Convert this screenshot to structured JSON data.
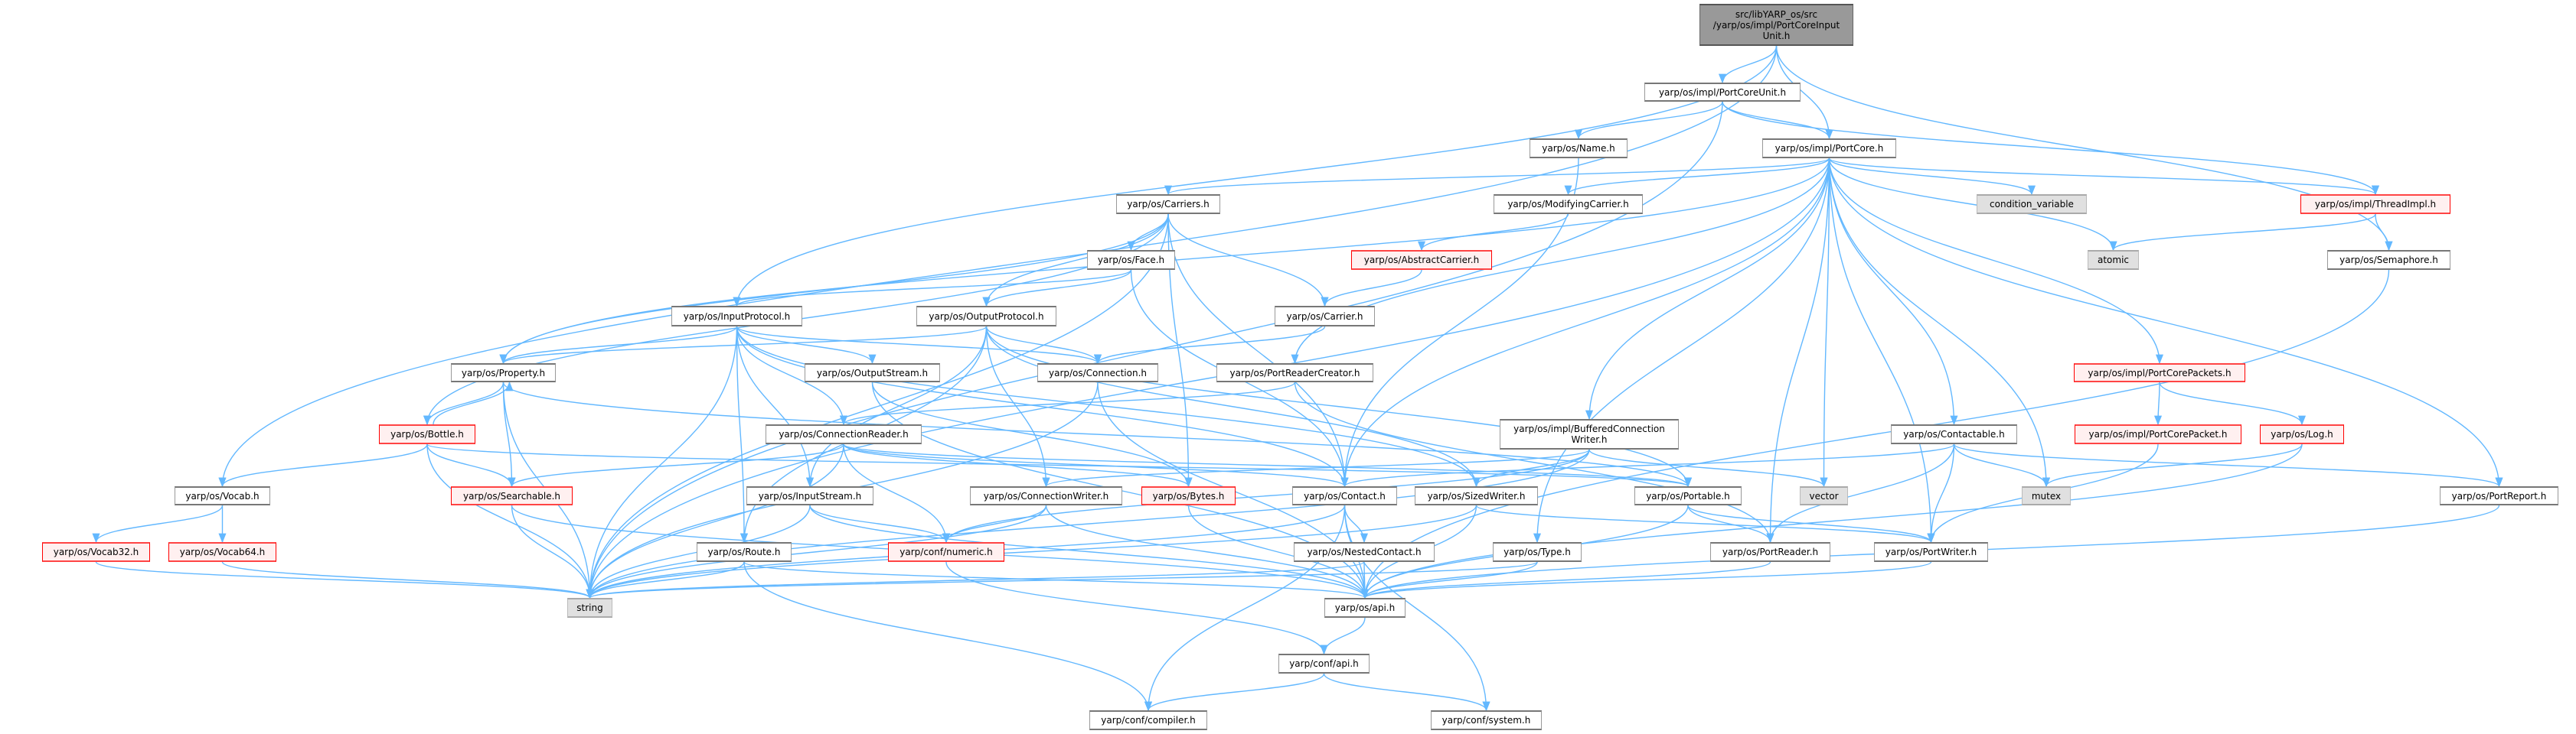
{
  "colors": {
    "edge": "#63b8ff",
    "root_fill": "#999999",
    "red_border": "#ff0000",
    "red_fill": "#fff0f0",
    "system_fill": "#e0e0e0"
  },
  "nodes": [
    {
      "id": "root",
      "label": "src/libYARP_os/src\n/yarp/os/impl/PortCoreInput\nUnit.h",
      "kind": "root"
    },
    {
      "id": "portcoreunit",
      "label": "yarp/os/impl/PortCoreUnit.h",
      "kind": "normal"
    },
    {
      "id": "name",
      "label": "yarp/os/Name.h",
      "kind": "normal"
    },
    {
      "id": "portcore",
      "label": "yarp/os/impl/PortCore.h",
      "kind": "normal"
    },
    {
      "id": "carriers",
      "label": "yarp/os/Carriers.h",
      "kind": "normal"
    },
    {
      "id": "modifyingcarrier",
      "label": "yarp/os/ModifyingCarrier.h",
      "kind": "normal"
    },
    {
      "id": "condvar",
      "label": "condition_variable",
      "kind": "system"
    },
    {
      "id": "threadimpl",
      "label": "yarp/os/impl/ThreadImpl.h",
      "kind": "red"
    },
    {
      "id": "face",
      "label": "yarp/os/Face.h",
      "kind": "normal"
    },
    {
      "id": "abstractcarrier",
      "label": "yarp/os/AbstractCarrier.h",
      "kind": "red"
    },
    {
      "id": "atomic",
      "label": "atomic",
      "kind": "system"
    },
    {
      "id": "semaphore",
      "label": "yarp/os/Semaphore.h",
      "kind": "normal"
    },
    {
      "id": "inputprotocol",
      "label": "yarp/os/InputProtocol.h",
      "kind": "normal"
    },
    {
      "id": "outputprotocol",
      "label": "yarp/os/OutputProtocol.h",
      "kind": "normal"
    },
    {
      "id": "carrier",
      "label": "yarp/os/Carrier.h",
      "kind": "normal"
    },
    {
      "id": "property",
      "label": "yarp/os/Property.h",
      "kind": "normal"
    },
    {
      "id": "outputstream",
      "label": "yarp/os/OutputStream.h",
      "kind": "normal"
    },
    {
      "id": "connection",
      "label": "yarp/os/Connection.h",
      "kind": "normal"
    },
    {
      "id": "portreadercreator",
      "label": "yarp/os/PortReaderCreator.h",
      "kind": "normal"
    },
    {
      "id": "portcorepackets",
      "label": "yarp/os/impl/PortCorePackets.h",
      "kind": "red"
    },
    {
      "id": "bottle",
      "label": "yarp/os/Bottle.h",
      "kind": "red"
    },
    {
      "id": "connectionreader",
      "label": "yarp/os/ConnectionReader.h",
      "kind": "normal"
    },
    {
      "id": "bufferedcw",
      "label": "yarp/os/impl/BufferedConnection\nWriter.h",
      "kind": "normal"
    },
    {
      "id": "contactable",
      "label": "yarp/os/Contactable.h",
      "kind": "normal"
    },
    {
      "id": "portcorepacket",
      "label": "yarp/os/impl/PortCorePacket.h",
      "kind": "red"
    },
    {
      "id": "log",
      "label": "yarp/os/Log.h",
      "kind": "red"
    },
    {
      "id": "vocab",
      "label": "yarp/os/Vocab.h",
      "kind": "normal"
    },
    {
      "id": "searchable",
      "label": "yarp/os/Searchable.h",
      "kind": "red"
    },
    {
      "id": "inputstream",
      "label": "yarp/os/InputStream.h",
      "kind": "normal"
    },
    {
      "id": "connectionwriter",
      "label": "yarp/os/ConnectionWriter.h",
      "kind": "normal"
    },
    {
      "id": "bytes",
      "label": "yarp/os/Bytes.h",
      "kind": "red"
    },
    {
      "id": "contact",
      "label": "yarp/os/Contact.h",
      "kind": "normal"
    },
    {
      "id": "sizedwriter",
      "label": "yarp/os/SizedWriter.h",
      "kind": "normal"
    },
    {
      "id": "portable",
      "label": "yarp/os/Portable.h",
      "kind": "normal"
    },
    {
      "id": "vector",
      "label": "vector",
      "kind": "system"
    },
    {
      "id": "mutex",
      "label": "mutex",
      "kind": "system"
    },
    {
      "id": "portreport",
      "label": "yarp/os/PortReport.h",
      "kind": "normal"
    },
    {
      "id": "vocab32",
      "label": "yarp/os/Vocab32.h",
      "kind": "red"
    },
    {
      "id": "vocab64",
      "label": "yarp/os/Vocab64.h",
      "kind": "red"
    },
    {
      "id": "route",
      "label": "yarp/os/Route.h",
      "kind": "normal"
    },
    {
      "id": "numeric",
      "label": "yarp/conf/numeric.h",
      "kind": "red"
    },
    {
      "id": "nestedcontact",
      "label": "yarp/os/NestedContact.h",
      "kind": "normal"
    },
    {
      "id": "type",
      "label": "yarp/os/Type.h",
      "kind": "normal"
    },
    {
      "id": "portreader",
      "label": "yarp/os/PortReader.h",
      "kind": "normal"
    },
    {
      "id": "portwriter",
      "label": "yarp/os/PortWriter.h",
      "kind": "normal"
    },
    {
      "id": "string",
      "label": "string",
      "kind": "system"
    },
    {
      "id": "osapi",
      "label": "yarp/os/api.h",
      "kind": "normal"
    },
    {
      "id": "confapi",
      "label": "yarp/conf/api.h",
      "kind": "normal"
    },
    {
      "id": "compiler",
      "label": "yarp/conf/compiler.h",
      "kind": "normal"
    },
    {
      "id": "system",
      "label": "yarp/conf/system.h",
      "kind": "normal"
    }
  ],
  "edges": [
    [
      "root",
      "portcoreunit"
    ],
    [
      "root",
      "portcore"
    ],
    [
      "root",
      "inputprotocol"
    ],
    [
      "root",
      "vocab"
    ],
    [
      "root",
      "semaphore"
    ],
    [
      "portcoreunit",
      "portcore"
    ],
    [
      "portcoreunit",
      "name"
    ],
    [
      "portcoreunit",
      "threadimpl"
    ],
    [
      "portcoreunit",
      "string"
    ],
    [
      "portcore",
      "carriers"
    ],
    [
      "portcore",
      "modifyingcarrier"
    ],
    [
      "portcore",
      "condvar"
    ],
    [
      "portcore",
      "threadimpl"
    ],
    [
      "portcore",
      "atomic"
    ],
    [
      "portcore",
      "portcorepackets"
    ],
    [
      "portcore",
      "contactable"
    ],
    [
      "portcore",
      "portreport"
    ],
    [
      "portcore",
      "portwriter"
    ],
    [
      "portcore",
      "portreader"
    ],
    [
      "portcore",
      "mutex"
    ],
    [
      "portcore",
      "vector"
    ],
    [
      "portcore",
      "type"
    ],
    [
      "portcore",
      "bufferedcw"
    ],
    [
      "portcore",
      "contact"
    ],
    [
      "portcore",
      "portreadercreator"
    ],
    [
      "portcore",
      "property"
    ],
    [
      "portcore",
      "string"
    ],
    [
      "name",
      "contact"
    ],
    [
      "carriers",
      "face"
    ],
    [
      "carriers",
      "carrier"
    ],
    [
      "carriers",
      "outputprotocol"
    ],
    [
      "carriers",
      "contact"
    ],
    [
      "carriers",
      "bytes"
    ],
    [
      "carriers",
      "bottle"
    ],
    [
      "carriers",
      "property"
    ],
    [
      "carriers",
      "string"
    ],
    [
      "modifyingcarrier",
      "abstractcarrier"
    ],
    [
      "abstractcarrier",
      "carrier"
    ],
    [
      "threadimpl",
      "atomic"
    ],
    [
      "threadimpl",
      "semaphore"
    ],
    [
      "semaphore",
      "osapi"
    ],
    [
      "face",
      "inputprotocol"
    ],
    [
      "face",
      "outputprotocol"
    ],
    [
      "face",
      "contact"
    ],
    [
      "carrier",
      "connection"
    ],
    [
      "inputprotocol",
      "property"
    ],
    [
      "inputprotocol",
      "outputstream"
    ],
    [
      "inputprotocol",
      "connection"
    ],
    [
      "inputprotocol",
      "connectionreader"
    ],
    [
      "inputprotocol",
      "inputstream"
    ],
    [
      "inputprotocol",
      "route"
    ],
    [
      "inputprotocol",
      "contact"
    ],
    [
      "inputprotocol",
      "sizedwriter"
    ],
    [
      "inputprotocol",
      "string"
    ],
    [
      "outputprotocol",
      "property"
    ],
    [
      "outputprotocol",
      "connection"
    ],
    [
      "outputprotocol",
      "connectionwriter"
    ],
    [
      "outputprotocol",
      "inputstream"
    ],
    [
      "outputprotocol",
      "route"
    ],
    [
      "outputprotocol",
      "sizedwriter"
    ],
    [
      "outputprotocol",
      "portable"
    ],
    [
      "property",
      "bottle"
    ],
    [
      "property",
      "searchable"
    ],
    [
      "property",
      "string"
    ],
    [
      "property",
      "portable"
    ],
    [
      "bottle",
      "property"
    ],
    [
      "bottle",
      "searchable"
    ],
    [
      "bottle",
      "vocab"
    ],
    [
      "bottle",
      "string"
    ],
    [
      "bottle",
      "portable"
    ],
    [
      "outputstream",
      "osapi"
    ],
    [
      "outputstream",
      "bytes"
    ],
    [
      "connection",
      "string"
    ],
    [
      "connection",
      "osapi"
    ],
    [
      "portreadercreator",
      "connectionreader"
    ],
    [
      "portreadercreator",
      "portreader"
    ],
    [
      "connectionreader",
      "searchable"
    ],
    [
      "connectionreader",
      "contact"
    ],
    [
      "connectionreader",
      "bytes"
    ],
    [
      "connectionreader",
      "numeric"
    ],
    [
      "connectionreader",
      "string"
    ],
    [
      "connectionreader",
      "portable"
    ],
    [
      "bufferedcw",
      "connectionwriter"
    ],
    [
      "bufferedcw",
      "sizedwriter"
    ],
    [
      "bufferedcw",
      "vector"
    ],
    [
      "bufferedcw",
      "string"
    ],
    [
      "bufferedcw",
      "numeric"
    ],
    [
      "contactable",
      "contact"
    ],
    [
      "contactable",
      "portreader"
    ],
    [
      "contactable",
      "portwriter"
    ],
    [
      "contactable",
      "mutex"
    ],
    [
      "contactable",
      "portreport"
    ],
    [
      "portcorepackets",
      "portcorepacket"
    ],
    [
      "portcorepackets",
      "log"
    ],
    [
      "portcorepacket",
      "portwriter"
    ],
    [
      "log",
      "mutex"
    ],
    [
      "log",
      "osapi"
    ],
    [
      "vocab",
      "vocab32"
    ],
    [
      "vocab",
      "vocab64"
    ],
    [
      "vocab32",
      "string"
    ],
    [
      "vocab64",
      "string"
    ],
    [
      "searchable",
      "string"
    ],
    [
      "searchable",
      "osapi"
    ],
    [
      "inputstream",
      "string"
    ],
    [
      "inputstream",
      "numeric"
    ],
    [
      "inputstream",
      "osapi"
    ],
    [
      "connectionwriter",
      "string"
    ],
    [
      "connectionwriter",
      "numeric"
    ],
    [
      "connectionwriter",
      "osapi"
    ],
    [
      "bytes",
      "osapi"
    ],
    [
      "contact",
      "nestedcontact"
    ],
    [
      "contact",
      "string"
    ],
    [
      "contact",
      "osapi"
    ],
    [
      "contact",
      "compiler"
    ],
    [
      "contact",
      "system"
    ],
    [
      "sizedwriter",
      "osapi"
    ],
    [
      "sizedwriter",
      "string"
    ],
    [
      "sizedwriter",
      "portwriter"
    ],
    [
      "portable",
      "portreader"
    ],
    [
      "portable",
      "portwriter"
    ],
    [
      "portable",
      "osapi"
    ],
    [
      "route",
      "string"
    ],
    [
      "route",
      "osapi"
    ],
    [
      "route",
      "compiler"
    ],
    [
      "numeric",
      "confapi"
    ],
    [
      "nestedcontact",
      "osapi"
    ],
    [
      "nestedcontact",
      "string"
    ],
    [
      "type",
      "osapi"
    ],
    [
      "type",
      "string"
    ],
    [
      "portreader",
      "osapi"
    ],
    [
      "portwriter",
      "osapi"
    ],
    [
      "portreport",
      "osapi"
    ],
    [
      "osapi",
      "confapi"
    ],
    [
      "confapi",
      "compiler"
    ],
    [
      "confapi",
      "system"
    ]
  ]
}
